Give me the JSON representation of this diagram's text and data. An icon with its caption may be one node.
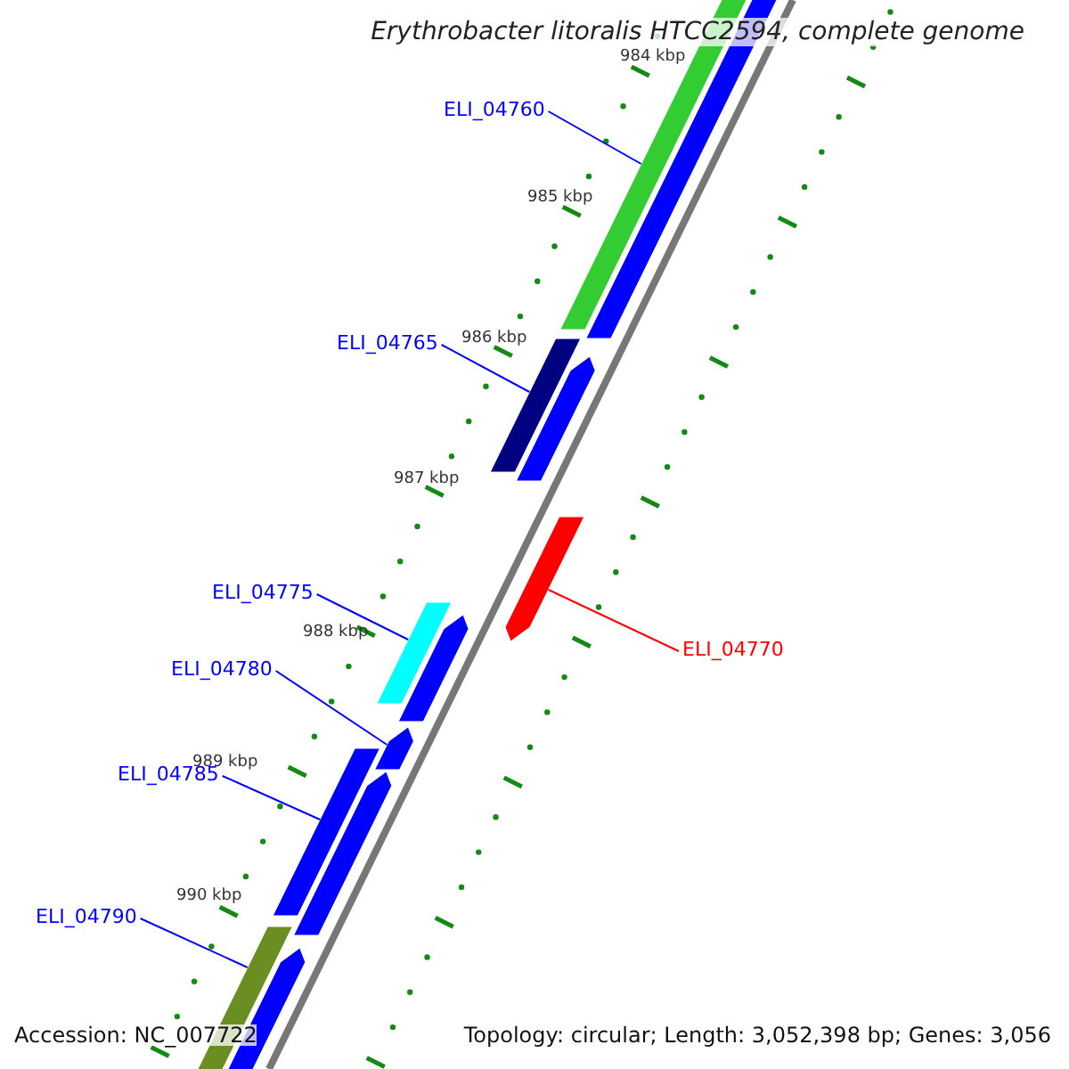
{
  "diagram": {
    "title": "Erythrobacter litoralis HTCC2594, complete genome",
    "nodes": [
      {
        "text": [
          "ELI_04760"
        ]
      },
      {
        "text": [
          "ELI_04765"
        ]
      },
      {
        "text": [
          "ELI_04770"
        ]
      },
      {
        "text": [
          "ELI_04775"
        ]
      },
      {
        "text": [
          "ELI_04780"
        ]
      },
      {
        "text": [
          "ELI_04785"
        ]
      },
      {
        "text": [
          "ELI_04790"
        ]
      },
      {
        "text": [],
        "shape": "bar"
      },
      {
        "text": [],
        "shape": "bar"
      },
      {
        "text": [],
        "shape": "bar"
      },
      {
        "text": [],
        "shape": "bar"
      },
      {
        "text": [],
        "shape": "bar"
      },
      {
        "text": [],
        "shape": "bar"
      },
      {
        "text": [],
        "shape": "bar"
      },
      {
        "text": [],
        "shape": "bar"
      },
      {
        "text": [],
        "shape": "bar"
      },
      {
        "text": [],
        "shape": "bar"
      },
      {
        "text": [],
        "shape": "bar"
      },
      {
        "text": [],
        "shape": "bar"
      }
    ],
    "edges": [
      {
        "from": 0,
        "to": 7,
        "arrow": "none"
      },
      {
        "from": 1,
        "to": 8,
        "arrow": "none"
      },
      {
        "from": 2,
        "to": 9,
        "arrow": "none",
        "color": "#ff0000"
      },
      {
        "from": 3,
        "to": 10,
        "arrow": "none"
      },
      {
        "from": 4,
        "to": 11,
        "arrow": "none"
      },
      {
        "from": 5,
        "to": 12,
        "arrow": "none"
      },
      {
        "from": 6,
        "to": 13,
        "arrow": "none"
      }
    ],
    "labels": [
      "984 kbp",
      "985 kbp",
      "986 kbp",
      "987 kbp",
      "988 kbp",
      "989 kbp",
      "990 kbp",
      "Accession: NC_007722",
      "Topology: circular; Length: 3,052,398 bp; Genes: 3,056"
    ]
  }
}
